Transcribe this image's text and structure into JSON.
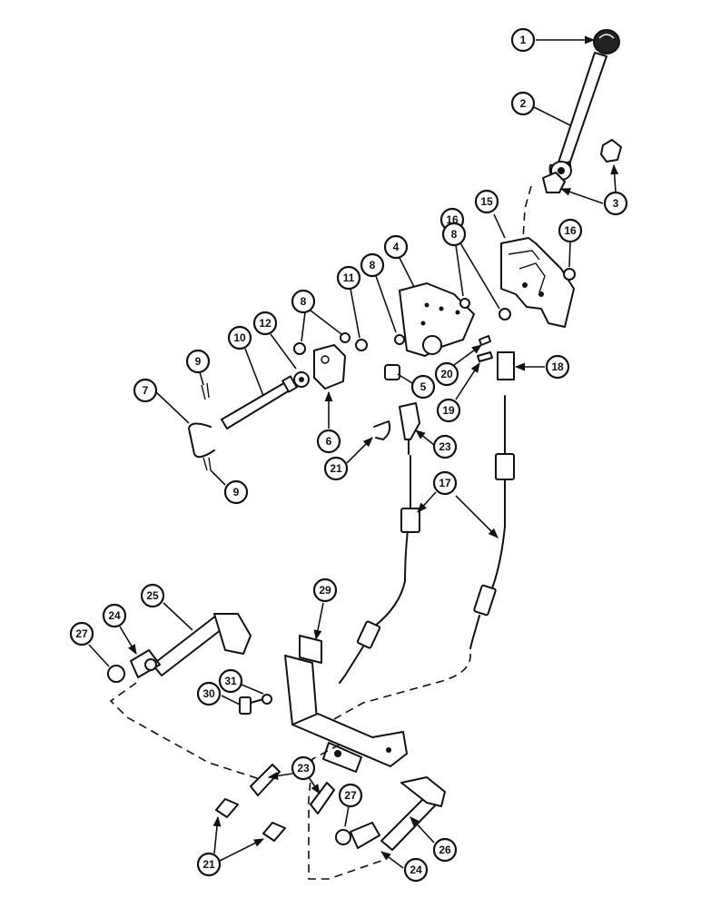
{
  "diagram": {
    "callouts": {
      "c1": "1",
      "c2": "2",
      "c3": "3",
      "c4": "4",
      "c5": "5",
      "c6": "6",
      "c7": "7",
      "c8a": "8",
      "c8b": "8",
      "c8c": "8",
      "c9a": "9",
      "c9b": "9",
      "c10": "10",
      "c11": "11",
      "c12": "12",
      "c15": "15",
      "c16a": "16",
      "c16b": "16",
      "c17": "17",
      "c18": "18",
      "c19": "19",
      "c20": "20",
      "c21a": "21",
      "c21b": "21",
      "c23a": "23",
      "c23b": "23",
      "c24a": "24",
      "c24b": "24",
      "c25": "25",
      "c26": "26",
      "c27a": "27",
      "c27b": "27",
      "c29": "29",
      "c30": "30",
      "c31": "31"
    }
  }
}
